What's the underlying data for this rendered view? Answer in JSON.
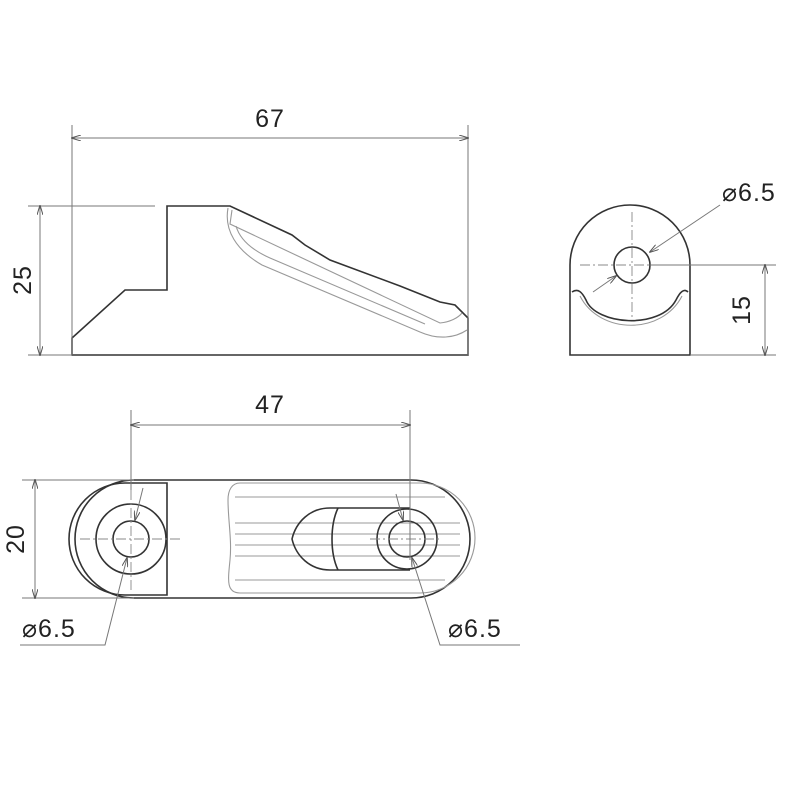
{
  "drawing": {
    "side_view": {
      "length_label": "67",
      "height_label": "25"
    },
    "end_view": {
      "hole_label": "⌀6.5",
      "hole_height_label": "15"
    },
    "top_view": {
      "hole_spacing_label": "47",
      "width_label": "20",
      "left_hole_label": "⌀6.5",
      "right_hole_label": "⌀6.5"
    }
  }
}
